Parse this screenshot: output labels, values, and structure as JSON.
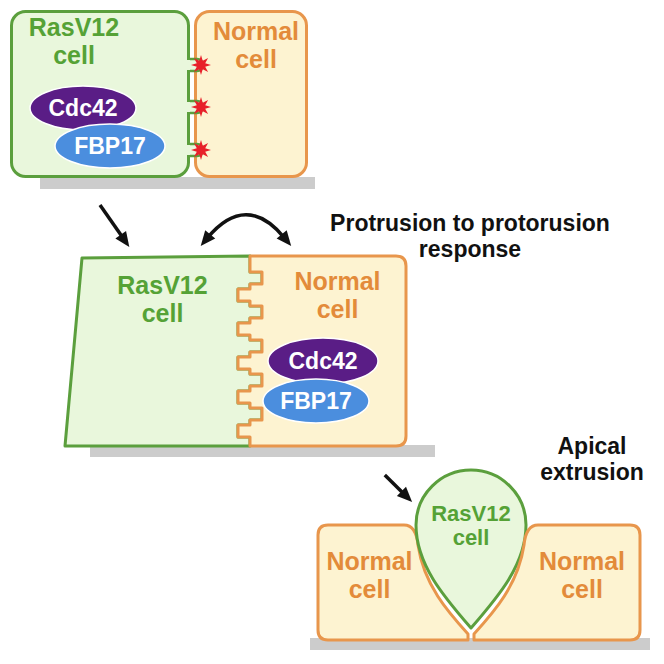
{
  "diagram": {
    "nodes": [
      {
        "text": [
          "RasV12 cell"
        ]
      },
      {
        "text": [
          "Cdc42"
        ],
        "in": 0
      },
      {
        "text": [
          "FBP17"
        ],
        "in": 0
      },
      {
        "text": [
          "Normal cell"
        ]
      },
      {
        "text": [
          "RasV12 cell"
        ]
      },
      {
        "text": [
          "Normal cell"
        ]
      },
      {
        "text": [
          "Cdc42"
        ],
        "in": 5
      },
      {
        "text": [
          "FBP17"
        ],
        "in": 5
      },
      {
        "text": [
          "Normal cell"
        ]
      },
      {
        "text": [
          "RasV12 cell"
        ]
      },
      {
        "text": [
          "Normal cell"
        ]
      }
    ],
    "edges": [
      {
        "from": 0,
        "to": 4,
        "arrow": "to"
      },
      {
        "from": 4,
        "to": 5,
        "arrow": "both"
      },
      {
        "from": 5,
        "to": 8,
        "arrow": "to"
      }
    ],
    "labels": [
      "Protrusion to protorusion response",
      "Apical extrusion"
    ]
  }
}
